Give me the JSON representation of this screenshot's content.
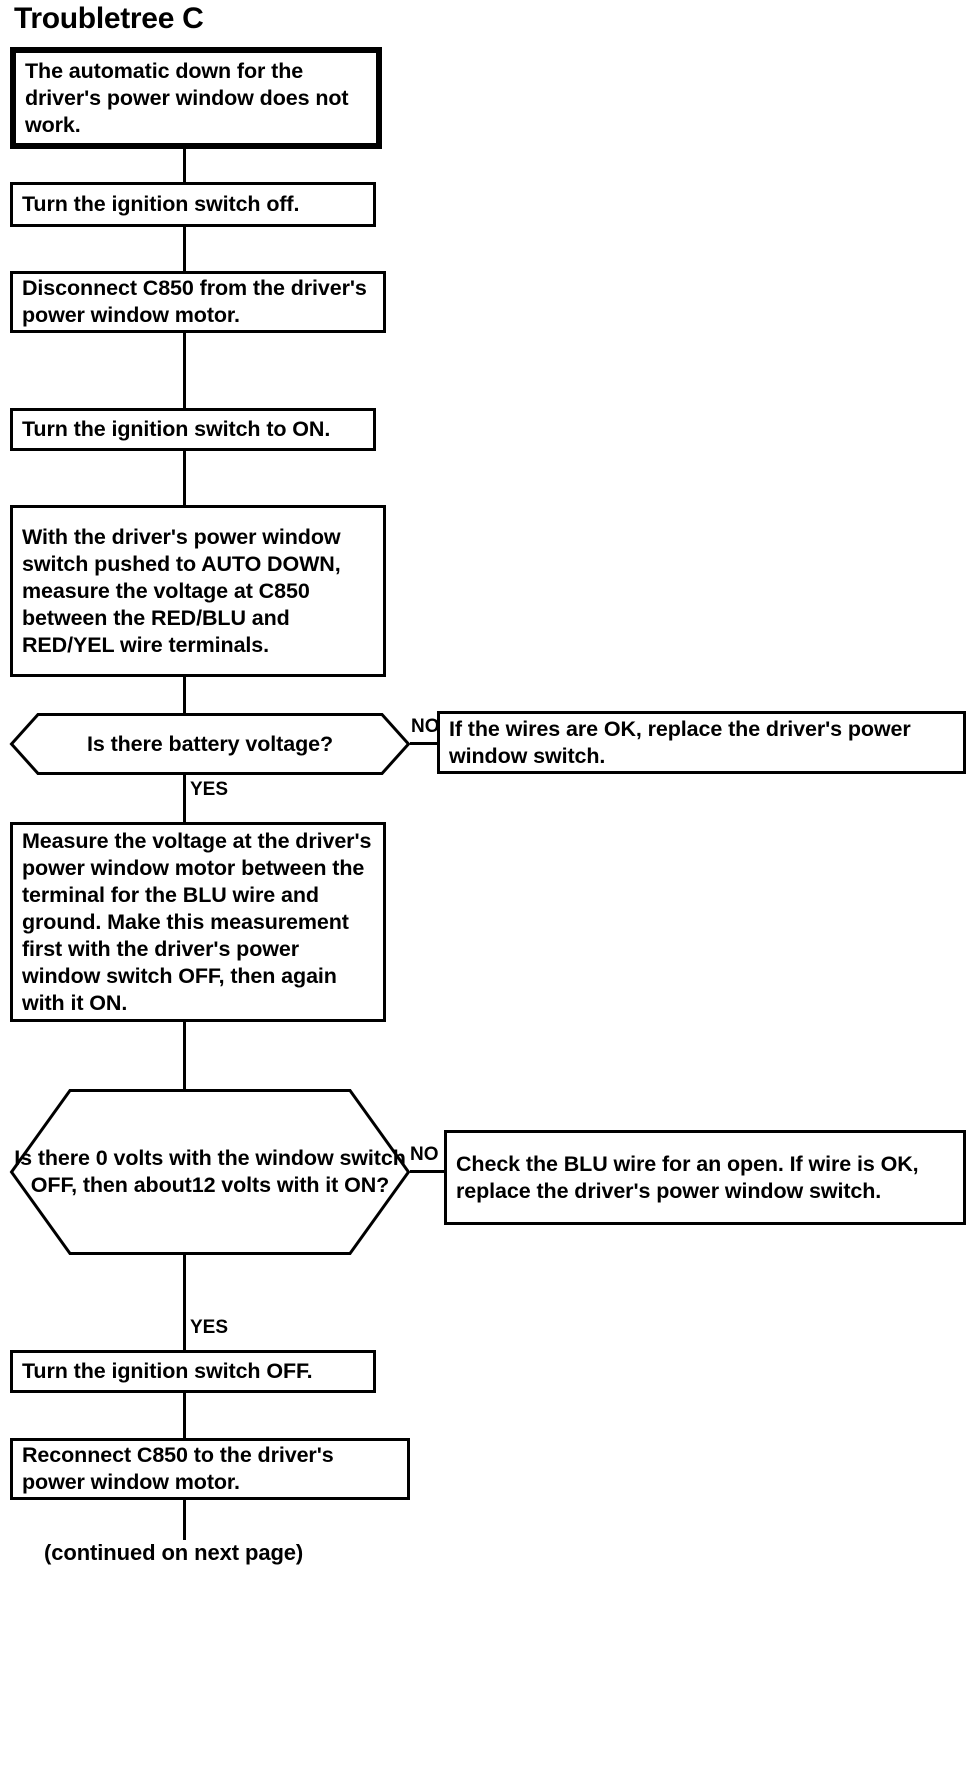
{
  "title": "Troubletree C",
  "footer": {
    "continued_note": "(continued on next page)"
  },
  "colors": {
    "stroke": "#000000",
    "background": "#ffffff"
  },
  "flowchart": {
    "type": "flowchart",
    "orientation": "top-to-bottom",
    "nodes": [
      {
        "id": "symptom",
        "shape": "rectangle",
        "emphasis": "thick-border",
        "text": "The automatic down for the driver's power window does not work."
      },
      {
        "id": "step-ign-off",
        "shape": "rectangle",
        "text": "Turn the ignition switch off."
      },
      {
        "id": "step-disconnect-c850",
        "shape": "rectangle",
        "text": "Disconnect C850 from the driver's power window motor."
      },
      {
        "id": "step-ign-on",
        "shape": "rectangle",
        "text": "Turn the ignition switch to ON."
      },
      {
        "id": "step-measure-c850",
        "shape": "rectangle",
        "text": "With the driver's power window switch pushed to AUTO DOWN, measure the voltage at C850 between the RED/BLU and RED/YEL wire terminals."
      },
      {
        "id": "decision-battery-voltage",
        "shape": "hexagon",
        "text": "Is there battery voltage?"
      },
      {
        "id": "result-replace-switch-1",
        "shape": "rectangle",
        "text": "If the wires are OK, replace the driver's power window switch."
      },
      {
        "id": "step-measure-blu",
        "shape": "rectangle",
        "text": "Measure the voltage at the driver's power window motor between the terminal for the BLU wire and ground. Make this measurement first with the driver's power window switch OFF, then again with it ON."
      },
      {
        "id": "decision-zero-volts",
        "shape": "hexagon",
        "text": "Is there 0 volts with the window switch OFF, then about12 volts with it ON?"
      },
      {
        "id": "result-check-blu",
        "shape": "rectangle",
        "text": "Check the BLU wire for an open. If wire is OK, replace the driver's power window switch."
      },
      {
        "id": "step-ign-off-2",
        "shape": "rectangle",
        "text": "Turn the ignition switch OFF."
      },
      {
        "id": "step-reconnect-c850",
        "shape": "rectangle",
        "text": "Reconnect C850 to the driver's power window motor."
      }
    ],
    "branch_labels": {
      "no_1": "NO",
      "yes_1": "YES",
      "no_2": "NO",
      "yes_2": "YES"
    }
  }
}
